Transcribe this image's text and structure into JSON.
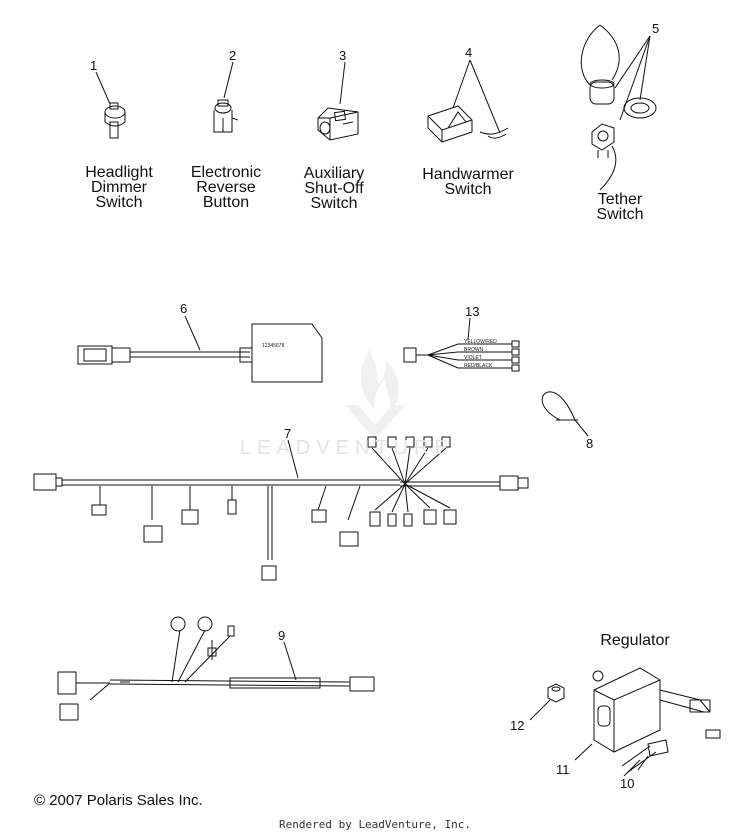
{
  "callouts": [
    "1",
    "2",
    "3",
    "4",
    "5",
    "6",
    "7",
    "8",
    "9",
    "10",
    "11",
    "12",
    "13"
  ],
  "captions": {
    "headlight_dimmer": "Headlight\nDimmer\nSwitch",
    "electronic_reverse": "Electronic\nReverse\nButton",
    "auxiliary_shutoff": "Auxiliary\nShut-Off\nSwitch",
    "handwarmer": "Handwarmer\nSwitch",
    "tether": "Tether\nSwitch",
    "regulator": "Regulator"
  },
  "harness13_wires": [
    "YELLOW/RED",
    "BROWN",
    "VIOLET",
    "RED/BLACK"
  ],
  "part6_label": "12345678",
  "watermark": "LEADVENTURE",
  "copyright": "© 2007 Polaris Sales Inc.",
  "rendered_by": "Rendered by LeadVenture, Inc."
}
